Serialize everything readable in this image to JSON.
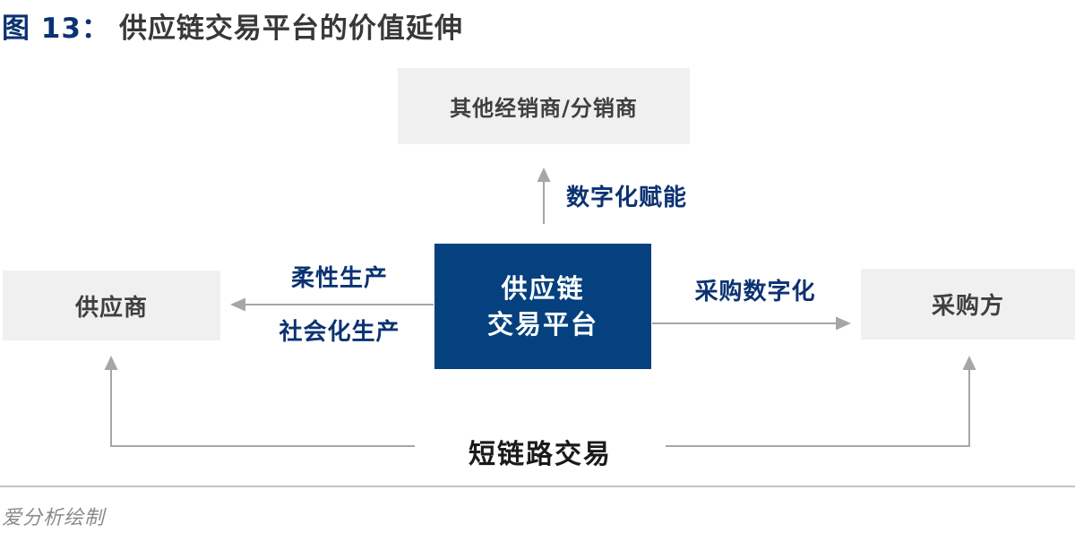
{
  "title": {
    "figure_label": "图 13：",
    "text": "供应链交易平台的价值延伸"
  },
  "nodes": {
    "center": {
      "line1": "供应链",
      "line2": "交易平台"
    },
    "top": {
      "label": "其他经销商/分销商"
    },
    "left": {
      "label": "供应商"
    },
    "right": {
      "label": "采购方"
    }
  },
  "edges": {
    "up_label": "数字化赋能",
    "left_label_top": "柔性生产",
    "left_label_bottom": "社会化生产",
    "right_label": "采购数字化",
    "bottom_label": "短链路交易"
  },
  "footer": {
    "credit": "爱分析绘制"
  },
  "colors": {
    "navy_box": "#04417E",
    "navy_text": "#0B3272",
    "gray_box": "#F0F0F0",
    "box_text": "#3F3F3F",
    "arrow": "#A6A6A6",
    "title_text": "#383838",
    "bottom_label": "#1A1A1A",
    "footer_text": "#8A8A8A",
    "separator": "#C2C2C2"
  }
}
